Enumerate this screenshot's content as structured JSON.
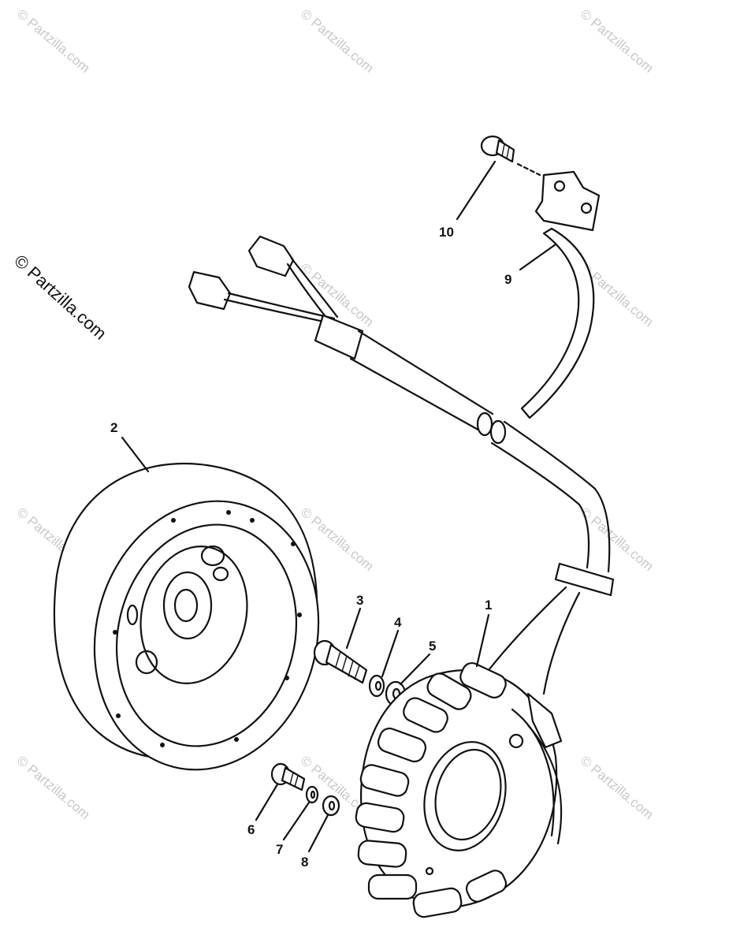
{
  "watermark": "© Partzilla.com",
  "side_watermark": "© Partzilla.com",
  "callouts": {
    "c1": "1",
    "c2": "2",
    "c3": "3",
    "c4": "4",
    "c5": "5",
    "c6": "6",
    "c7": "7",
    "c8": "8",
    "c9": "9",
    "c10": "10"
  }
}
